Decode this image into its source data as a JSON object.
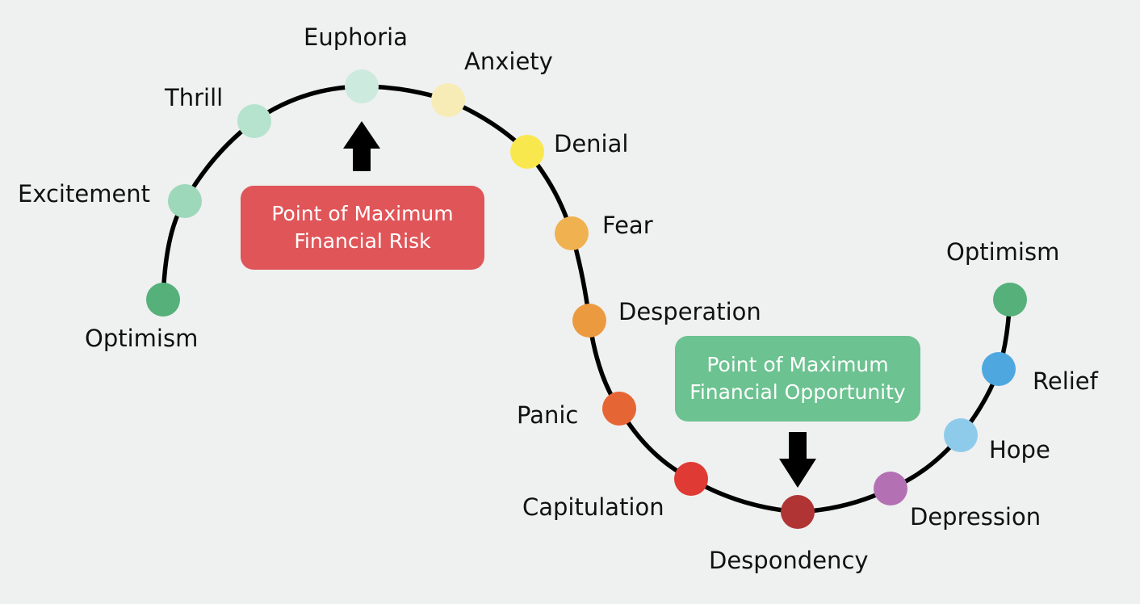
{
  "title": "Cycle of Market Emotions",
  "stages": [
    {
      "label": "Optimism",
      "color": "#55b07a"
    },
    {
      "label": "Excitement",
      "color": "#9ed8bb"
    },
    {
      "label": "Thrill",
      "color": "#b5e3cd"
    },
    {
      "label": "Euphoria",
      "color": "#cdeadf"
    },
    {
      "label": "Anxiety",
      "color": "#f7ecb6"
    },
    {
      "label": "Denial",
      "color": "#f9e84d"
    },
    {
      "label": "Fear",
      "color": "#f0b250"
    },
    {
      "label": "Desperation",
      "color": "#ec9a40"
    },
    {
      "label": "Panic",
      "color": "#e66535"
    },
    {
      "label": "Capitulation",
      "color": "#df3a33"
    },
    {
      "label": "Despondency",
      "color": "#b13434"
    },
    {
      "label": "Depression",
      "color": "#b371b3"
    },
    {
      "label": "Hope",
      "color": "#8ecbeb"
    },
    {
      "label": "Relief",
      "color": "#4ea8df"
    },
    {
      "label": "Optimism",
      "color": "#55b07a"
    }
  ],
  "callouts": {
    "risk": {
      "line1": "Point of Maximum",
      "line2": "Financial Risk",
      "color": "#e05558",
      "points_to": "Euphoria"
    },
    "opportunity": {
      "line1": "Point of Maximum",
      "line2": "Financial Opportunity",
      "color": "#6cc290",
      "points_to": "Despondency"
    }
  },
  "curve_color": "#000000",
  "background": "#eff0f0"
}
